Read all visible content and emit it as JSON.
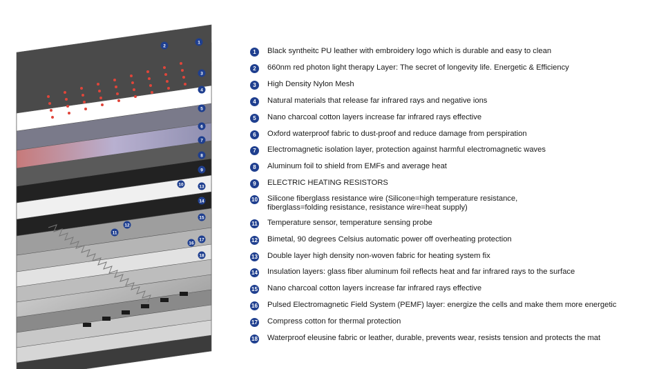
{
  "legend": {
    "badge_color": "#1f3f8f",
    "items": [
      {
        "num": "1",
        "text": "Black syntheitc PU leather with embroidery logo which is durable and easy to clean"
      },
      {
        "num": "2",
        "text": "660nm red photon light therapy Layer: The secret of longevity life. Energetic & Efficiency"
      },
      {
        "num": "3",
        "text": "High Density Nylon Mesh"
      },
      {
        "num": "4",
        "text": "Natural materials that release far infrared rays and negative ions"
      },
      {
        "num": "5",
        "text": "Nano charcoal cotton layers increase far infrared rays effective"
      },
      {
        "num": "6",
        "text": "Oxford waterproof fabric to dust-proof and reduce damage from perspiration"
      },
      {
        "num": "7",
        "text": "Electromagnetic isolation layer, protection against harmful electromagnetic waves"
      },
      {
        "num": "8",
        "text": "Aluminum foil to shield from EMFs and average heat"
      },
      {
        "num": "9",
        "text": "ELECTRIC HEATING RESISTORS"
      },
      {
        "num": "10",
        "text": "Silicone fiberglass resistance wire (Silicone=high temperature resistance,\nfiberglass=folding resistance, resistance wire=heat supply)"
      },
      {
        "num": "11",
        "text": "Temperature sensor, temperature sensing probe"
      },
      {
        "num": "12",
        "text": "Bimetal, 90 degrees Celsius automatic power off overheating protection"
      },
      {
        "num": "13",
        "text": "Double layer high density non-woven fabric for heating system fix"
      },
      {
        "num": "14",
        "text": "Insulation layers: glass fiber aluminum foil reflects heat and far infrared rays to the surface"
      },
      {
        "num": "15",
        "text": "Nano charcoal cotton layers increase far infrared rays effective"
      },
      {
        "num": "16",
        "text": "Pulsed Electromagnetic Field System (PEMF) layer: energize the cells and make them more energetic"
      },
      {
        "num": "17",
        "text": "Compress cotton for thermal protection"
      },
      {
        "num": "18",
        "text": "Waterproof eleusine fabric or leather, durable, prevents wear, resists tension and protects the mat"
      }
    ]
  },
  "diagram": {
    "colors": {
      "top_leather": "#4a4a4a",
      "red_photon": "#e0453a",
      "crystal": "#b9a9c9",
      "charcoal": "#5a5a5a",
      "dark": "#222222",
      "silver": "#bdbdbd",
      "pale": "#d6d6d6",
      "pemf_black": "#1a1a1a",
      "bottom": "#3c3c3c"
    },
    "layer_labels": [
      "1",
      "2",
      "3",
      "4",
      "5",
      "6",
      "7",
      "8",
      "9",
      "10",
      "11",
      "12",
      "13",
      "14",
      "15",
      "16",
      "17",
      "18"
    ]
  }
}
